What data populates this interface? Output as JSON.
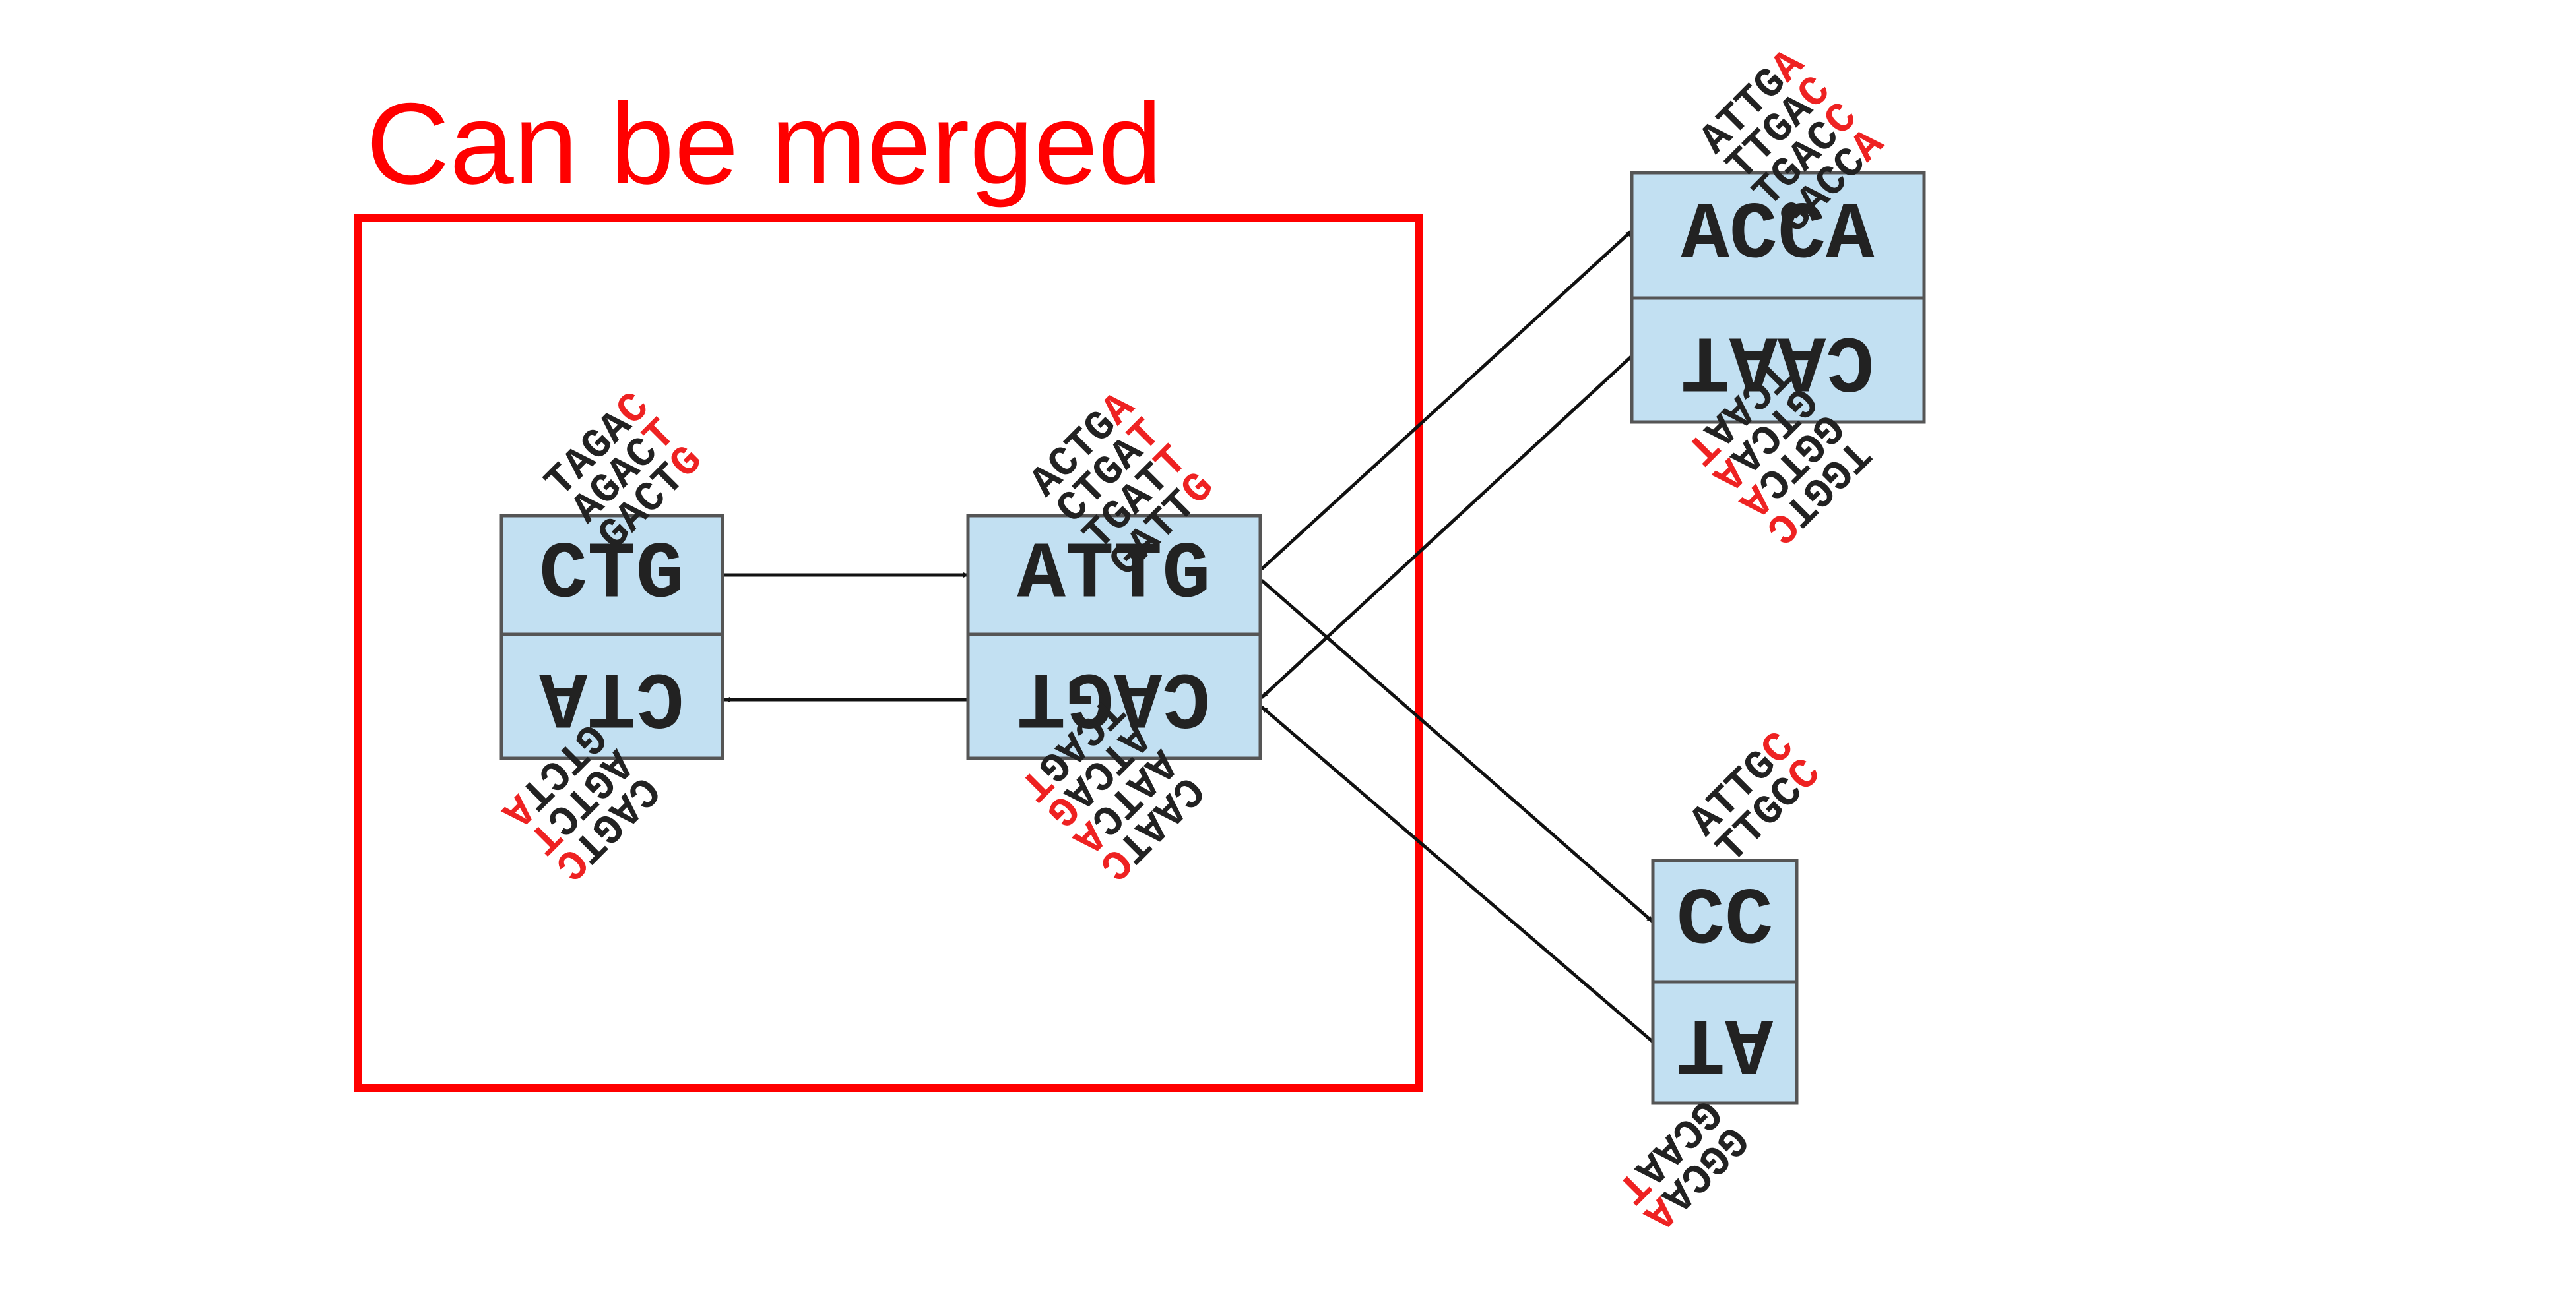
{
  "caption": "Can be merged",
  "colors": {
    "caption": "#ff0000",
    "merge_box": "#ff0000",
    "node_fill": "#c2e0f2",
    "node_stroke": "#555555",
    "edge": "#111111",
    "kmer_text": "#222222",
    "kmer_highlight": "#ee2222"
  },
  "nodes": [
    {
      "id": "ctg",
      "top": "CTG",
      "bottom": "CTA",
      "kmers_top": [
        {
          "base": "TAGA",
          "last": "C"
        },
        {
          "base": "AGAC",
          "last": "T"
        },
        {
          "base": "GACT",
          "last": "G"
        }
      ],
      "kmers_bottom": [
        {
          "base": "CAGT",
          "last": "C"
        },
        {
          "base": "AGTC",
          "last": "T"
        },
        {
          "base": "GTCT",
          "last": "A"
        }
      ]
    },
    {
      "id": "attg",
      "top": "ATTG",
      "bottom": "CAGT",
      "kmers_top": [
        {
          "base": "ACTG",
          "last": "A"
        },
        {
          "base": "CTGA",
          "last": "T"
        },
        {
          "base": "TGAT",
          "last": "T"
        },
        {
          "base": "GATT",
          "last": "G"
        }
      ],
      "kmers_bottom": [
        {
          "base": "CAAT",
          "last": "C"
        },
        {
          "base": "AATC",
          "last": "A"
        },
        {
          "base": "ATCA",
          "last": "G"
        },
        {
          "base": "TCAG",
          "last": "T"
        }
      ]
    },
    {
      "id": "acca",
      "top": "ACCA",
      "bottom": "CAAT",
      "kmers_top": [
        {
          "base": "ATTG",
          "last": "A"
        },
        {
          "base": "TTGA",
          "last": "C"
        },
        {
          "base": "TGAC",
          "last": "C"
        },
        {
          "base": "GACC",
          "last": "A"
        }
      ],
      "kmers_bottom": [
        {
          "base": "TGGT",
          "last": "C"
        },
        {
          "base": "GGTC",
          "last": "A"
        },
        {
          "base": "GTCA",
          "last": "A"
        },
        {
          "base": "TCAA",
          "last": "T"
        }
      ]
    },
    {
      "id": "cc",
      "top": "CC",
      "bottom": "AT",
      "kmers_top": [
        {
          "base": "ATTG",
          "last": "C"
        },
        {
          "base": "TTGC",
          "last": "C"
        }
      ],
      "kmers_bottom": [
        {
          "base": "GGCA",
          "last": "A"
        },
        {
          "base": "GCAA",
          "last": "T"
        }
      ]
    }
  ]
}
